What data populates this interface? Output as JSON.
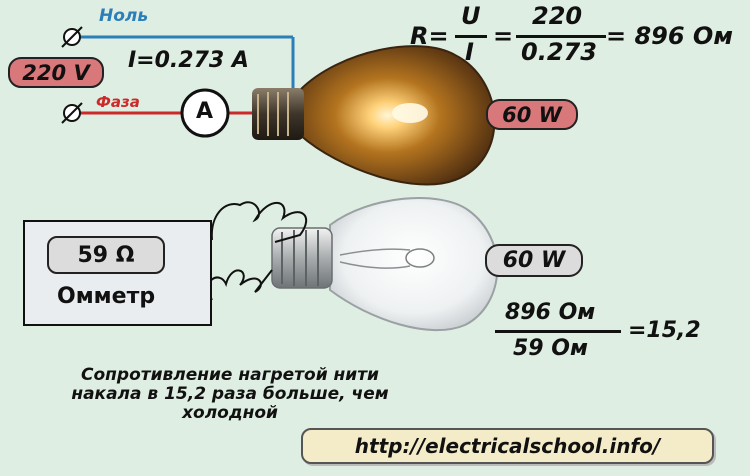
{
  "circuit": {
    "neutral_label": "Ноль",
    "phase_label": "Фаза",
    "voltage": "220 V",
    "current": "I=0.273 A",
    "ammeter_symbol": "A"
  },
  "hot_bulb": {
    "power": "60 W"
  },
  "formula_hot": {
    "r": "R=",
    "u": "U",
    "i": "I",
    "eq": "=",
    "num": "220",
    "den": "0.273",
    "result": "= 896 Ом"
  },
  "cold_bulb": {
    "power": "60 W"
  },
  "ohmmeter": {
    "reading": "59 Ω",
    "label": "Омметр"
  },
  "ratio": {
    "num": "896 Ом",
    "den": "59 Ом",
    "result": "=15,2"
  },
  "caption": {
    "line1": "Сопротивление нагретой нити",
    "line2": "накала в 15,2 раза больше, чем",
    "line3": "холодной"
  },
  "url": "http://electricalschool.info/",
  "colors": {
    "background": "#dfeee2",
    "neutral_wire": "#2b7fb8",
    "phase_wire": "#cc2a2a",
    "hot_pill": "#d9787a",
    "cold_pill": "#dcdcdc",
    "url_box": "#f4ecc8"
  }
}
